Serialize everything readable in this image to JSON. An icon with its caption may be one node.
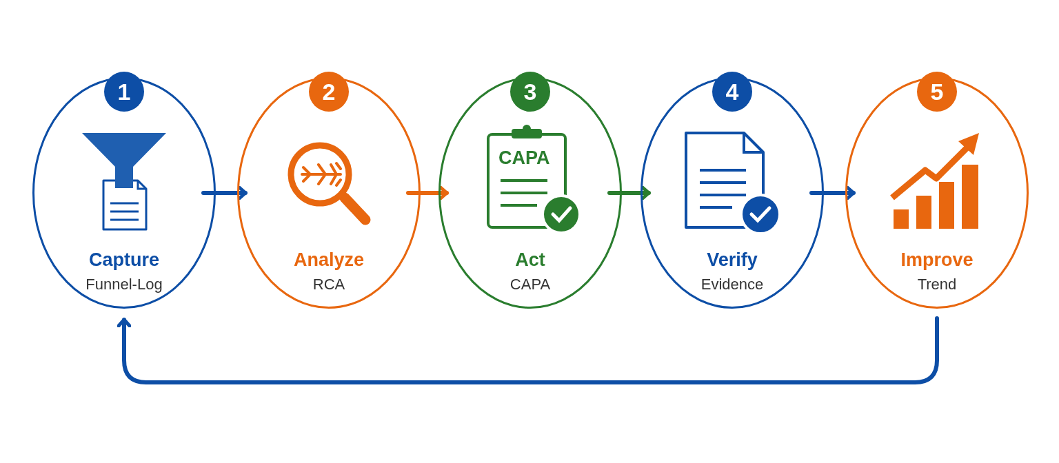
{
  "diagram": {
    "nodes": [
      {
        "text": [
          "1",
          "Capture",
          "Funnel-Log"
        ]
      },
      {
        "text": [
          "2",
          "Analyze",
          "RCA"
        ]
      },
      {
        "text": [
          "3",
          "Act",
          "CAPA"
        ]
      },
      {
        "text": [
          "4",
          "Verify",
          "Evidence"
        ]
      },
      {
        "text": [
          "5",
          "Improve",
          "Trend"
        ]
      }
    ],
    "edges": [
      {
        "from": 0,
        "to": 1,
        "arrow": "to"
      },
      {
        "from": 1,
        "to": 2,
        "arrow": "to",
        "color": "#e8670f"
      },
      {
        "from": 2,
        "to": 3,
        "arrow": "to",
        "color": "#2a7d2e"
      },
      {
        "from": 3,
        "to": 4,
        "arrow": "to"
      },
      {
        "from": 4,
        "to": 0,
        "arrow": "to"
      }
    ],
    "labels": [
      "CAPA"
    ]
  }
}
